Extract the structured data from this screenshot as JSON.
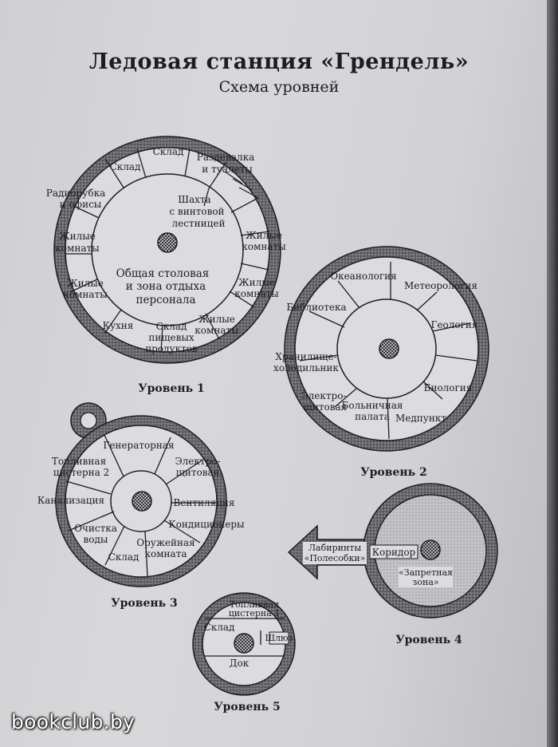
{
  "title": "Ледовая станция «Грендель»",
  "subtitle": "Схема уровней",
  "levels": {
    "l1": {
      "label": "Уровень 1",
      "rooms": {
        "sklad_top": "Склад",
        "sklad_left": "Склад",
        "razdevalka": [
          "Раздевалка",
          "и туалеты"
        ],
        "radiorubka": [
          "Радиорубка",
          "и офисы"
        ],
        "shakhta": [
          "Шахта",
          "с винтовой",
          "лестницей"
        ],
        "zhilye_l1": [
          "Жилые",
          "комнаты"
        ],
        "zhilye_r1": [
          "Жилые",
          "комнаты"
        ],
        "zhilye_l2": [
          "Жилые",
          "комнаты"
        ],
        "zhilye_r2": [
          "Жилые",
          "комнаты"
        ],
        "zhilye_r3": [
          "Жилые",
          "комнаты"
        ],
        "stolovaya": [
          "Общая столовая",
          "и зона отдыха",
          "персонала"
        ],
        "kukhnya": "Кухня",
        "sklad_pishch": [
          "Склад",
          "пищевых",
          "продуктов"
        ]
      }
    },
    "l2": {
      "label": "Уровень 2",
      "rooms": {
        "okeanologiya": "Океанология",
        "meteorologiya": "Метеорология",
        "biblioteka": "Библиотека",
        "geologiya": "Геология",
        "khranilishche": [
          "Хранилище-",
          "холодильник"
        ],
        "biologiya": "Биология",
        "elektroshchit": [
          "Электро-",
          "щитовая"
        ],
        "bolnichnaya": [
          "Больничная",
          "палата"
        ],
        "medpunkt": "Медпункт"
      }
    },
    "l3": {
      "label": "Уровень 3",
      "rooms": {
        "generatornaya": "Генераторная",
        "toplivnaya": [
          "Топливная",
          "цистерна 2"
        ],
        "elektroshchit": [
          "Электро-",
          "щитовая"
        ],
        "kanalizatsiya": "Канализация",
        "ventilyatsiya": "Вентиляция",
        "konditsionery": "Кондиционеры",
        "ochistka": [
          "Очистка",
          "воды"
        ],
        "oruzheynaya": [
          "Оружейная",
          "комната"
        ],
        "sklad": "Склад"
      }
    },
    "l4": {
      "label": "Уровень 4",
      "rooms": {
        "labirinty": [
          "Лабиринты",
          "«Полесобки»"
        ],
        "koridor": "Коридор",
        "zapretnaya": [
          "«Запретная",
          "зона»"
        ]
      }
    },
    "l5": {
      "label": "Уровень 5",
      "rooms": {
        "toplivnaya": [
          "Топливная",
          "цистерна 1"
        ],
        "sklad": "Склад",
        "shlyuz": "Шлюз",
        "dok": "Док"
      }
    }
  },
  "watermark": "bookclub.by",
  "colors": {
    "paper": "#d4d4d7",
    "ink": "#1d1d1f",
    "ring": "#5a5a5e",
    "room_fill": "#dcdcdf",
    "hatch_fill": "#9a9a9e"
  }
}
